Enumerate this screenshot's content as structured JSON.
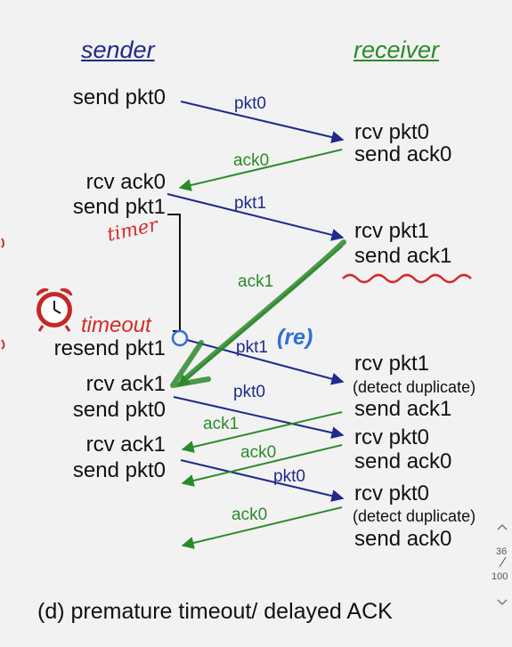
{
  "headers": {
    "sender": "sender",
    "receiver": "receiver"
  },
  "sender_events": [
    "send pkt0",
    "rcv ack0",
    "send pkt1",
    "timeout",
    "resend pkt1",
    "rcv ack1",
    "send pkt0",
    "rcv ack1",
    "send pkt0"
  ],
  "receiver_events": [
    "rcv pkt0",
    "send ack0",
    "rcv pkt1",
    "send ack1",
    "rcv pkt1",
    "(detect duplicate)",
    "send ack1",
    "rcv pkt0",
    "send ack0",
    "rcv pkt0",
    "(detect duplicate)",
    "send ack0"
  ],
  "messages": {
    "m1": "pkt0",
    "m2": "ack0",
    "m3": "pkt1",
    "m4": "ack1",
    "m5": "pkt1",
    "m6": "pkt0",
    "m7": "ack1",
    "m8": "ack0",
    "m9": "pkt0",
    "m10": "ack0"
  },
  "annotations": {
    "timer": "timer",
    "re": "(re)"
  },
  "caption": "(d) premature timeout/ delayed ACK",
  "page_indicator": {
    "current": "36",
    "total": "100"
  },
  "colors": {
    "packet": "#1f2a8a",
    "ack": "#2a8a2a",
    "sender_header": "#1f2a8a",
    "receiver_header": "#2a8a2a",
    "timeout": "#d42a2a",
    "handwriting_red": "#d42a2a",
    "handwriting_blue": "#2e6fd6",
    "handwriting_green": "#2d8a2d"
  }
}
